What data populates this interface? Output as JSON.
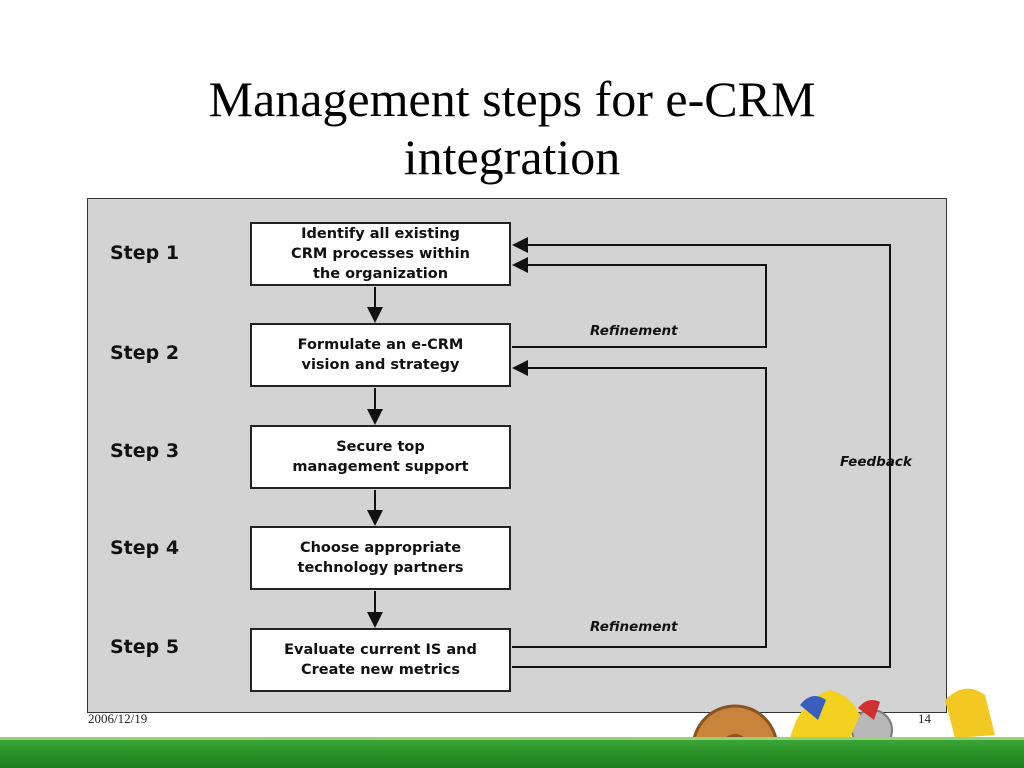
{
  "slide": {
    "title_line1": "Management steps for e-CRM",
    "title_line2": "integration",
    "footer_date": "2006/12/19",
    "footer_page": "14"
  },
  "diagram": {
    "steps": [
      {
        "label": "Step 1",
        "text_lines": [
          "Identify all existing",
          "CRM processes within",
          "the organization"
        ]
      },
      {
        "label": "Step 2",
        "text_lines": [
          "Formulate an e-CRM",
          "vision and strategy"
        ]
      },
      {
        "label": "Step 3",
        "text_lines": [
          "Secure top",
          "management support"
        ]
      },
      {
        "label": "Step 4",
        "text_lines": [
          "Choose appropriate",
          "technology partners"
        ]
      },
      {
        "label": "Step 5",
        "text_lines": [
          "Evaluate current IS and",
          "Create new metrics"
        ]
      }
    ],
    "loop_labels": {
      "refinement_top": "Refinement",
      "refinement_bottom": "Refinement",
      "feedback": "Feedback"
    }
  },
  "colors": {
    "panel": "#d3d3d3",
    "footer_bar": "#2e9a2b"
  }
}
